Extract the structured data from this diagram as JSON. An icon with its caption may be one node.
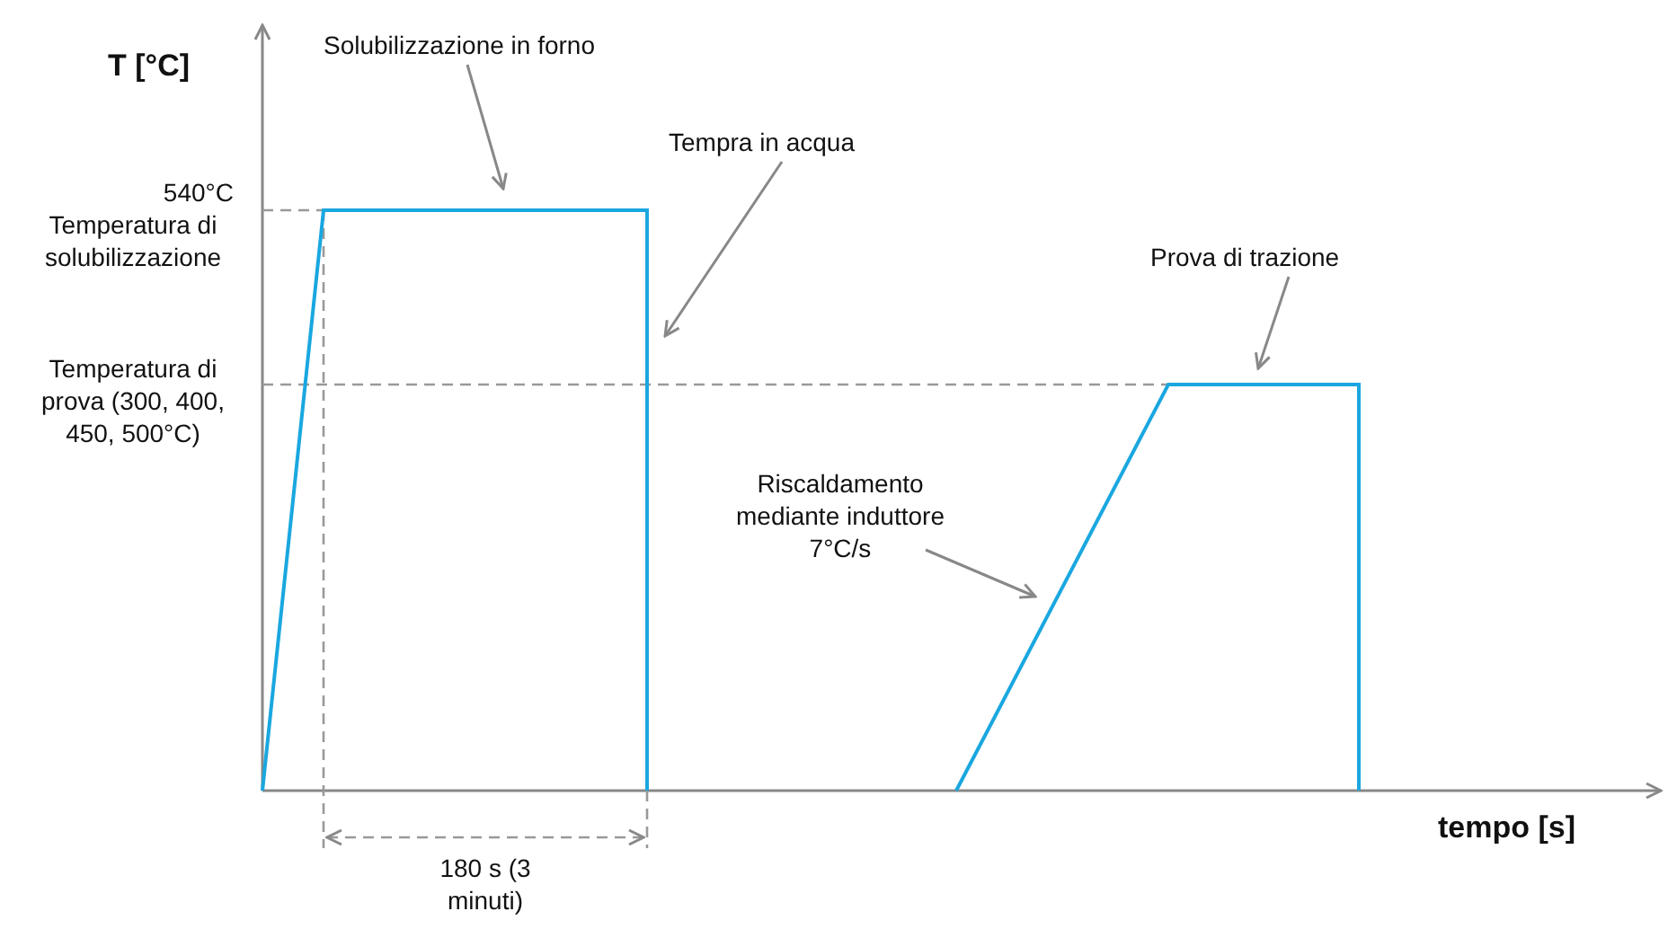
{
  "diagram": {
    "nodes": [
      {
        "text": [
          "Solubilizzazione in forno"
        ]
      },
      {
        "text": [
          "Tempra in acqua"
        ]
      },
      {
        "text": [
          "Prova di trazione"
        ]
      },
      {
        "text": [
          "Riscaldamento mediante induttore 7°C/s"
        ]
      }
    ],
    "edges": [
      {
        "from": 0,
        "to": null,
        "arrow": "to"
      },
      {
        "from": 1,
        "to": null,
        "arrow": "to"
      },
      {
        "from": 2,
        "to": null,
        "arrow": "to"
      },
      {
        "from": 3,
        "to": null,
        "arrow": "to"
      }
    ],
    "labels": [
      "T [°C]",
      "540°C",
      "Temperatura di solubilizzazione",
      "Temperatura di prova (300, 400, 450, 500°C)",
      "tempo [s]",
      "180 s (3 minuti)"
    ]
  }
}
